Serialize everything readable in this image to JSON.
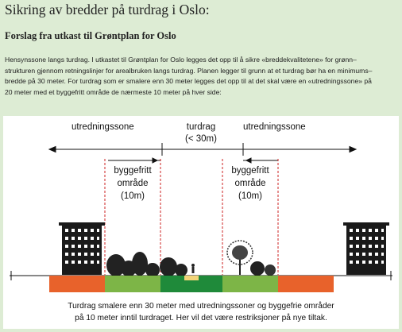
{
  "page": {
    "title": "Sikring av bredder på turdrag i Oslo:",
    "subtitle": "Forslag fra utkast til Grøntplan for Oslo",
    "intro_lines": [
      "Hensynssone langs turdrag. I utkastet til Grøntplan for Oslo legges det opp til å sikre «breddekvalitetene» for grønn–",
      "strukturen gjennom retningslinjer for arealbruken langs turdrag. Planen legger til grunn at et turdrag bør ha en minimums–",
      "bredde på 30 meter. For turdrag som er smalere enn 30 meter legges det opp til at det skal være en «utredningssone» på",
      "20 meter med et byggefritt område de nærmeste 10 meter på hver side:"
    ]
  },
  "figure": {
    "left_zone": "utredningssone",
    "center_line1": "turdrag",
    "center_line2": "(< 30m)",
    "right_zone": "utredningssone",
    "buffer_left": [
      "byggefritt",
      "område",
      "(10m)"
    ],
    "buffer_right": [
      "byggefritt",
      "område",
      "(10m)"
    ],
    "caption_line1": "Turdrag smalere enn 30 meter med utredningssoner og byggefrie områder",
    "caption_line2": "på 10 meter inntil turdraget. Her vil det være restriksjoner på nye tiltak.",
    "colors": {
      "outer_zone": "#e8622b",
      "buffer_zone": "#7db547",
      "trail_zone": "#1f8a3a",
      "path": "#f2d479",
      "dashed_line": "#cc2222",
      "page_background": "#ddecd4"
    }
  }
}
